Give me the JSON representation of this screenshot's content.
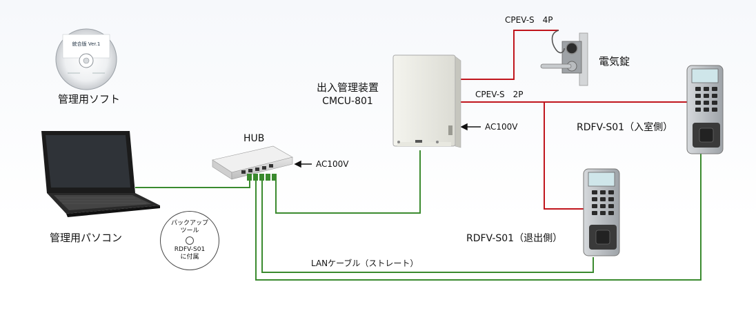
{
  "labels": {
    "software": "管理用ソフト",
    "pc": "管理用パソコン",
    "hub": "HUB",
    "hub_power": "AC100V",
    "controller_name": "出入管理装置",
    "controller_model": "CMCU-801",
    "controller_power": "AC100V",
    "cable_4p": "CPEV-S　4P",
    "cable_2p": "CPEV-S　2P",
    "lock": "電気錠",
    "reader_entry": "RDFV-S01（入室側）",
    "reader_exit": "RDFV-S01（退出側）",
    "lan_cable": "LANケーブル（ストレート）"
  },
  "disc_label": {
    "line1": "パックアップ",
    "line2": "ツール",
    "line3": "RDFV-S01",
    "line4": "に付属"
  },
  "software_disc_text": {
    "line1": "統合版 Ver.1"
  },
  "colors": {
    "green_line": "#3a8a2e",
    "red_line": "#c0141c",
    "arrow": "#111111"
  }
}
